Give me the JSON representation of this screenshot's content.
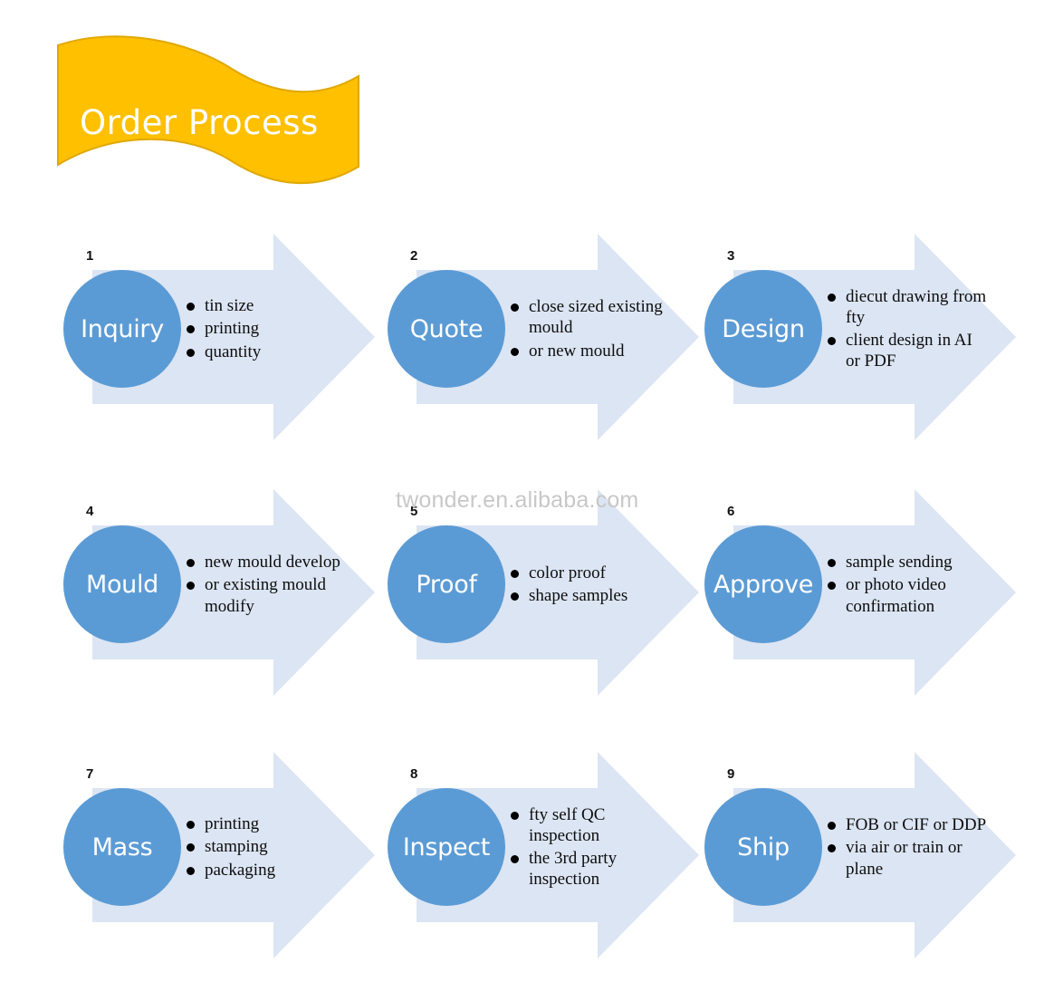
{
  "banner": {
    "title": "Order Process",
    "fill_color": "#FFC000",
    "text_color": "#FFFFFF"
  },
  "watermark": {
    "text": "twonder.en.alibaba.com",
    "color": "#C8C8C8"
  },
  "theme": {
    "circle_color": "#5B9BD5",
    "arrow_color": "#DCE5F3",
    "bullet_color": "#000000",
    "number_color": "#111111",
    "background": "#FFFFFF"
  },
  "steps": [
    {
      "number": "1",
      "label": "Inquiry",
      "bullets": [
        "tin size",
        "printing",
        "quantity"
      ]
    },
    {
      "number": "2",
      "label": "Quote",
      "bullets": [
        "close sized existing mould",
        "or new mould"
      ]
    },
    {
      "number": "3",
      "label": "Design",
      "bullets": [
        "diecut drawing from fty",
        "client design in AI or PDF"
      ]
    },
    {
      "number": "4",
      "label": "Mould",
      "bullets": [
        "new mould develop",
        "or existing mould modify"
      ]
    },
    {
      "number": "5",
      "label": "Proof",
      "bullets": [
        "color proof",
        "shape samples"
      ]
    },
    {
      "number": "6",
      "label": "Approve",
      "bullets": [
        "sample sending",
        "or photo video confirmation"
      ]
    },
    {
      "number": "7",
      "label": "Mass",
      "bullets": [
        "printing",
        "stamping",
        "packaging"
      ]
    },
    {
      "number": "8",
      "label": "Inspect",
      "bullets": [
        "fty self QC inspection",
        "the 3rd party inspection"
      ]
    },
    {
      "number": "9",
      "label": "Ship",
      "bullets": [
        "FOB or CIF or DDP",
        "via air or train or plane"
      ]
    }
  ]
}
